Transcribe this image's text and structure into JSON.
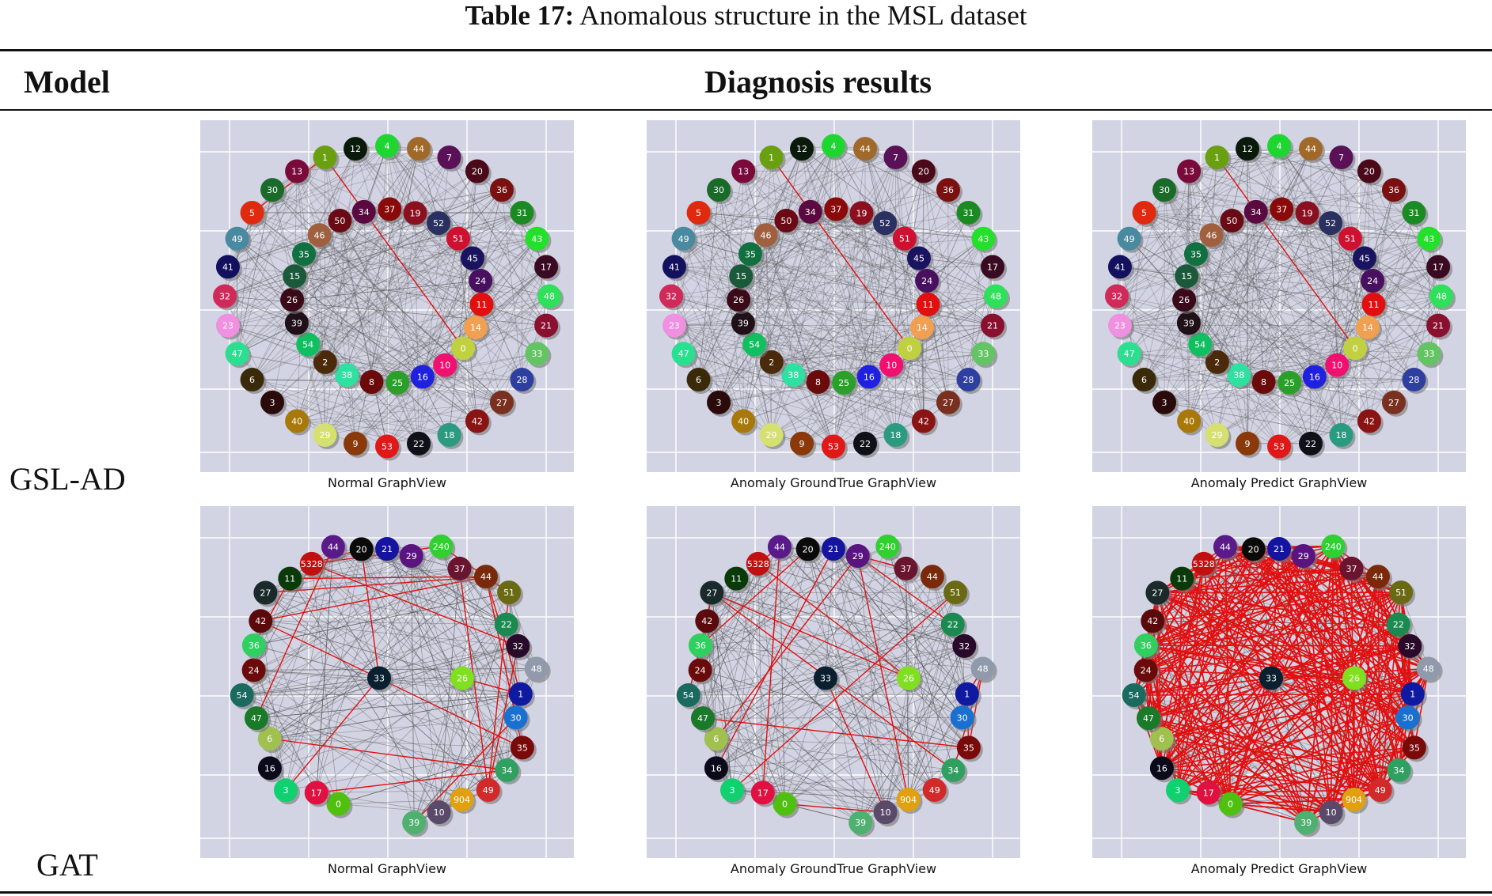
{
  "table": {
    "caption_label": "Table 17:",
    "caption_text": "Anomalous structure in the MSL dataset",
    "col_model": "Model",
    "col_results": "Diagnosis results"
  },
  "rows": [
    {
      "model": "GSL-AD",
      "layout": "ring",
      "panels": [
        {
          "title": "Normal GraphView",
          "anomaly": "sparse"
        },
        {
          "title": "Anomaly GroundTrue GraphView",
          "anomaly": "single"
        },
        {
          "title": "Anomaly Predict GraphView",
          "anomaly": "single"
        }
      ],
      "nodes": [
        {
          "id": "4",
          "c": "#1fd630"
        },
        {
          "id": "44",
          "c": "#a0692a"
        },
        {
          "id": "7",
          "c": "#5b1158"
        },
        {
          "id": "20",
          "c": "#4a0a1a"
        },
        {
          "id": "36",
          "c": "#7a1010"
        },
        {
          "id": "31",
          "c": "#1c8a22"
        },
        {
          "id": "43",
          "c": "#23e02a"
        },
        {
          "id": "17",
          "c": "#3a0a22"
        },
        {
          "id": "48",
          "c": "#2fe05a"
        },
        {
          "id": "21",
          "c": "#8a1030"
        },
        {
          "id": "33",
          "c": "#63c463"
        },
        {
          "id": "28",
          "c": "#2f3fa0"
        },
        {
          "id": "27",
          "c": "#7a3020"
        },
        {
          "id": "42",
          "c": "#8a1414"
        },
        {
          "id": "18",
          "c": "#2a9a80"
        },
        {
          "id": "22",
          "c": "#101018"
        },
        {
          "id": "53",
          "c": "#e01818"
        },
        {
          "id": "9",
          "c": "#8a3a0a"
        },
        {
          "id": "29",
          "c": "#d6e070"
        },
        {
          "id": "40",
          "c": "#a8780a"
        },
        {
          "id": "3",
          "c": "#2a0a0a"
        },
        {
          "id": "6",
          "c": "#3a2a0a"
        },
        {
          "id": "47",
          "c": "#2ae090"
        },
        {
          "id": "23",
          "c": "#f090e0"
        },
        {
          "id": "32",
          "c": "#d02a5a"
        },
        {
          "id": "41",
          "c": "#141060"
        },
        {
          "id": "49",
          "c": "#4a8aa0"
        },
        {
          "id": "5",
          "c": "#e02a10"
        },
        {
          "id": "30",
          "c": "#1a6a2a"
        },
        {
          "id": "13",
          "c": "#7a0a3a"
        },
        {
          "id": "1",
          "c": "#6aa010"
        },
        {
          "id": "12",
          "c": "#0a1a0a"
        },
        {
          "id": "19",
          "c": "#8a1020"
        },
        {
          "id": "52",
          "c": "#2a3060"
        },
        {
          "id": "51",
          "c": "#d01030"
        },
        {
          "id": "45",
          "c": "#1a1460"
        },
        {
          "id": "24",
          "c": "#4a1060"
        },
        {
          "id": "11",
          "c": "#e01010"
        },
        {
          "id": "14",
          "c": "#f0a050"
        },
        {
          "id": "0",
          "c": "#c0d040"
        },
        {
          "id": "10",
          "c": "#f01070"
        },
        {
          "id": "16",
          "c": "#2020e0"
        },
        {
          "id": "25",
          "c": "#2aa02a"
        },
        {
          "id": "8",
          "c": "#6a0a0a"
        },
        {
          "id": "38",
          "c": "#30e0a0"
        },
        {
          "id": "2",
          "c": "#4a2a0a"
        },
        {
          "id": "54",
          "c": "#10c060"
        },
        {
          "id": "39",
          "c": "#201018"
        },
        {
          "id": "26",
          "c": "#3a0a18"
        },
        {
          "id": "15",
          "c": "#1a5a3a"
        },
        {
          "id": "35",
          "c": "#107040"
        },
        {
          "id": "46",
          "c": "#a06040"
        },
        {
          "id": "50",
          "c": "#6a0a14"
        },
        {
          "id": "34",
          "c": "#5a0a40"
        },
        {
          "id": "37",
          "c": "#8a0a0a"
        }
      ]
    },
    {
      "model": "GAT",
      "layout": "cluster",
      "panels": [
        {
          "title": "Normal GraphView",
          "anomaly": "sparse"
        },
        {
          "title": "Anomaly GroundTrue GraphView",
          "anomaly": "sparse"
        },
        {
          "title": "Anomaly Predict GraphView",
          "anomaly": "dense"
        }
      ],
      "nodes": [
        {
          "id": "21",
          "c": "#1414a0"
        },
        {
          "id": "29",
          "c": "#5a1480"
        },
        {
          "id": "240",
          "c": "#30d030"
        },
        {
          "id": "37",
          "c": "#6a1430"
        },
        {
          "id": "44",
          "c": "#7a2a0a"
        },
        {
          "id": "51",
          "c": "#6a6a14"
        },
        {
          "id": "22",
          "c": "#1a8a50"
        },
        {
          "id": "32",
          "c": "#2a0a2a"
        },
        {
          "id": "48",
          "c": "#909aaa"
        },
        {
          "id": "1",
          "c": "#101aa0"
        },
        {
          "id": "30",
          "c": "#1a70d0"
        },
        {
          "id": "35",
          "c": "#7a0a0a"
        },
        {
          "id": "34",
          "c": "#30a060"
        },
        {
          "id": "49",
          "c": "#d02a2a"
        },
        {
          "id": "904",
          "c": "#e0a010"
        },
        {
          "id": "10",
          "c": "#5a4a6a"
        },
        {
          "id": "39",
          "c": "#50b070"
        },
        {
          "id": "33",
          "c": "#0a2030"
        },
        {
          "id": "26",
          "c": "#80e020"
        },
        {
          "id": "0",
          "c": "#50c010"
        },
        {
          "id": "17",
          "c": "#e01040"
        },
        {
          "id": "3",
          "c": "#10d070"
        },
        {
          "id": "16",
          "c": "#0a0a1a"
        },
        {
          "id": "6",
          "c": "#a0c050"
        },
        {
          "id": "47",
          "c": "#1a7a2a"
        },
        {
          "id": "54",
          "c": "#1a6a60"
        },
        {
          "id": "24",
          "c": "#6a0a0a"
        },
        {
          "id": "36",
          "c": "#30d060"
        },
        {
          "id": "42",
          "c": "#5a0a0a"
        },
        {
          "id": "27",
          "c": "#1a2a2a"
        },
        {
          "id": "11",
          "c": "#0a3a0a"
        },
        {
          "id": "5328",
          "c": "#c01010"
        },
        {
          "id": "44",
          "c": "#5a1a8a"
        },
        {
          "id": "20",
          "c": "#0a0a0a"
        }
      ]
    }
  ]
}
